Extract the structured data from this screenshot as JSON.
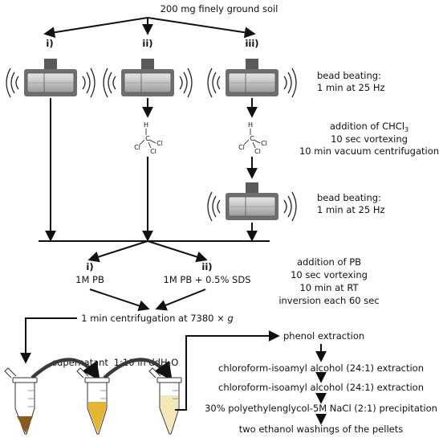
{
  "title": "200 mg finely ground soil",
  "branches": {
    "i": "i)",
    "ii": "ii)",
    "iii": "iii)"
  },
  "steps": {
    "bead_beating_1": [
      "bead beating:",
      "1 min at 25 Hz"
    ],
    "chcl3": [
      "addition of CHCl",
      "3",
      "10 sec vortexing",
      "10 min vacuum centrifugation"
    ],
    "bead_beating_2": [
      "bead beating:",
      "1 min at 25 Hz"
    ],
    "pb_options": {
      "i_label": "i)",
      "i_text": "1M PB",
      "ii_label": "ii)",
      "ii_text": "1M PB + 0.5% SDS"
    },
    "pb_addition": [
      "addition of PB",
      "10 sec vortexing",
      "10 min at RT",
      "inversion each 60 sec"
    ],
    "centrifugation": "1 min centrifugation at 7380 × ",
    "centrifugation_g": "g",
    "supernatant": "supernatant",
    "dilution": "1:10 in ddH₂O"
  },
  "extraction": [
    "phenol extraction",
    "chloroform-isoamyl alcohol (24:1) extraction",
    "chloroform-isoamyl alcohol (24:1) extraction",
    "30% polyethylenglycol-5M NaCl (2:1) precipitation",
    "two ethanol washings of the pellets"
  ],
  "molecule": {
    "h": "H",
    "c": "C",
    "cl": "Cl"
  },
  "colors": {
    "line": "#111111",
    "device_light": "#d4d4d4",
    "device_dark": "#5a5a5a",
    "tube_brown": "#8b5a1e",
    "tube_yellow": "#e3b533",
    "tube_pale": "#f3e7b8"
  }
}
